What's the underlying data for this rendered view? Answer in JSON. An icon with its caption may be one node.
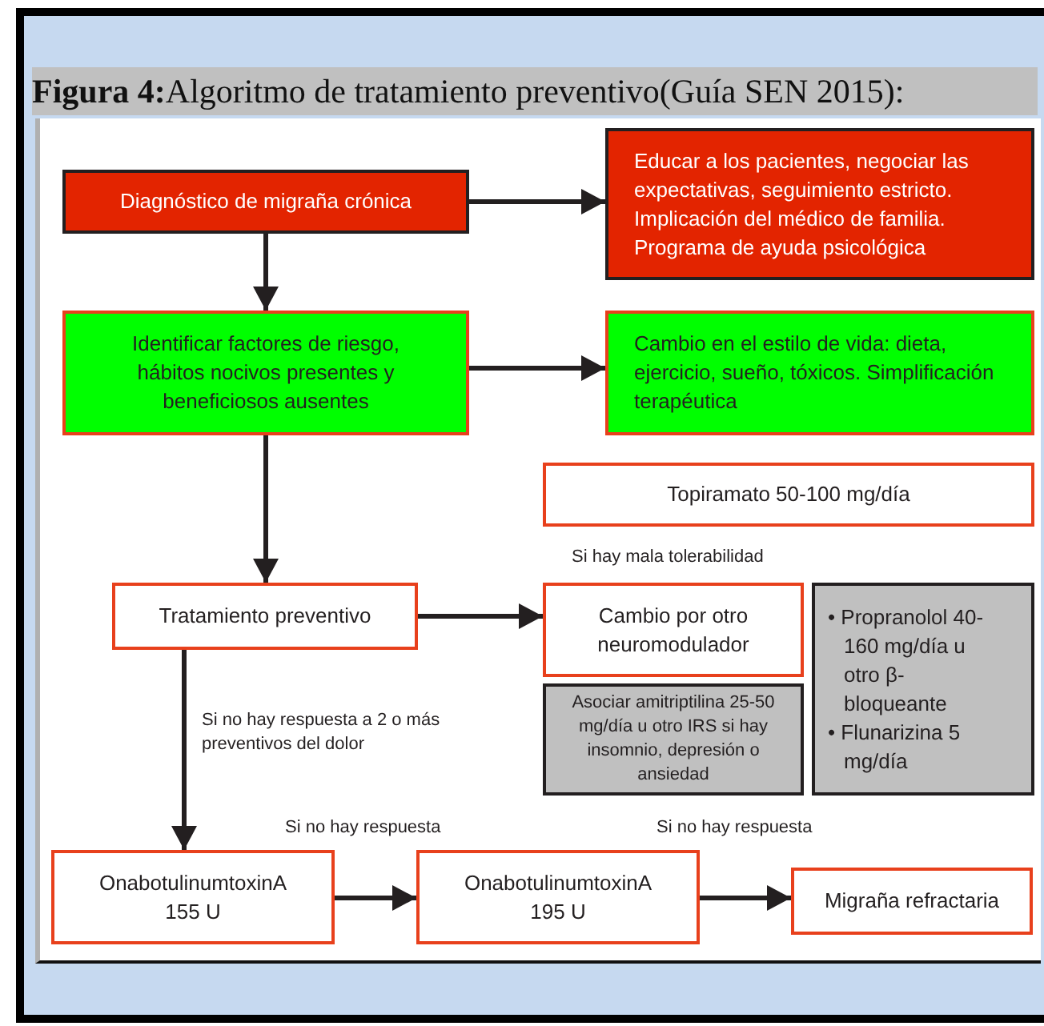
{
  "diagram": {
    "title": "**Figura 4:**Algoritmo de tratamiento preventivo(Guía SEN 2015):",
    "nodes": [
      {
        "text": [
          "Diagnóstico de migraña crónica"
        ]
      },
      {
        "text": [
          "Educar a los pacientes, negociar las expectativas, seguimiento estricto. Implicación del médico de familia. Programa de ayuda psicológica"
        ]
      },
      {
        "text": [
          "Identificar factores de riesgo, hábitos nocivos presentes y beneficiosos ausentes"
        ]
      },
      {
        "text": [
          "Cambio en el estilo de vida: dieta, ejercicio, sueño, tóxicos. Simplificación terapéutica"
        ]
      },
      {
        "text": [
          "Topiramato 50-100 mg/día"
        ]
      },
      {
        "text": [
          "Tratamiento preventivo"
        ]
      },
      {
        "text": [
          "Cambio por otro neuromodulador"
        ]
      },
      {
        "text": [
          "Asociar amitriptilina 25-50 mg/día u otro IRS si hay insomnio, depresión o ansiedad"
        ]
      },
      {
        "text": [
          "• Propranolol 40-160 mg/día u otro β-bloqueante",
          "• Flunarizina 5 mg/día"
        ]
      },
      {
        "text": [
          "OnabotulinumtoxinA 155 U"
        ]
      },
      {
        "text": [
          "OnabotulinumtoxinA 195 U"
        ]
      },
      {
        "text": [
          "Migraña refractaria"
        ]
      }
    ],
    "edges": [
      {
        "from": 0,
        "to": 1,
        "arrow": "to"
      },
      {
        "from": 0,
        "to": 2,
        "arrow": "to"
      },
      {
        "from": 2,
        "to": 3,
        "arrow": "to"
      },
      {
        "from": 2,
        "to": 5,
        "arrow": "to"
      },
      {
        "from": 5,
        "to": 6,
        "arrow": "to"
      },
      {
        "from": 5,
        "to": 9,
        "arrow": "to",
        "label": "Si no hay respuesta a 2 o más preventivos del dolor"
      },
      {
        "from": 9,
        "to": 10,
        "arrow": "to",
        "label": "Si no hay respuesta"
      },
      {
        "from": 10,
        "to": 11,
        "arrow": "to",
        "label": "Si no hay respuesta"
      }
    ],
    "labels": [
      "Si hay mala tolerabilidad"
    ]
  }
}
